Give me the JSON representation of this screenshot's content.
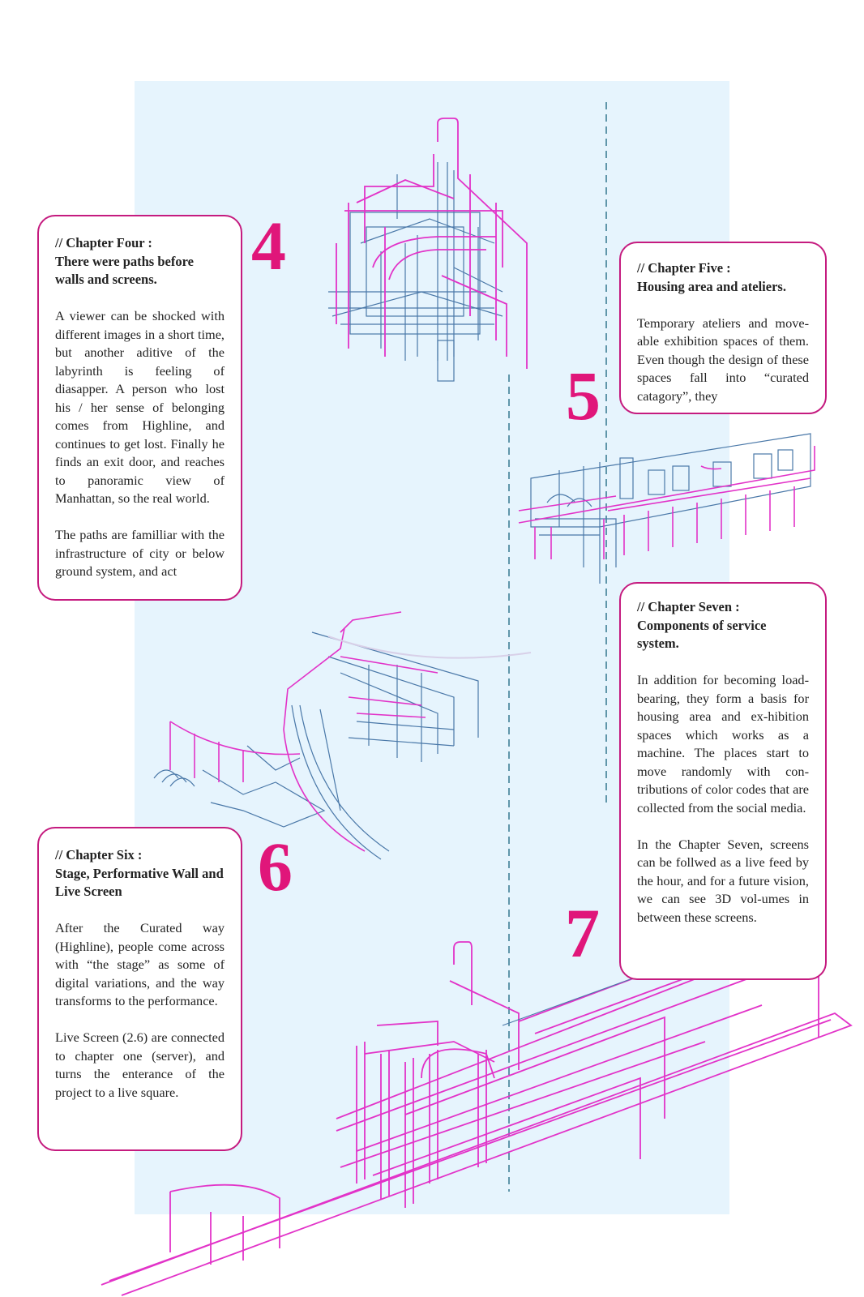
{
  "chapters": {
    "four": {
      "number": "4",
      "heading_1": "// Chapter Four :",
      "heading_2": "There were paths before walls and screens.",
      "para_1": "A viewer can be shocked with different images in a short time, but another aditive of the labyrinth is feeling of diasapper. A person who lost his / her sense of belonging comes from Highline, and continues to get lost. Finally he finds an exit door, and reaches to panoramic view of Manhattan, so the real world.",
      "para_2": "The paths are familliar with the infrastructure of city or below ground system, and act"
    },
    "five": {
      "number": "5",
      "heading_1": "// Chapter Five :",
      "heading_2": "Housing area and ateliers.",
      "para_1": "Temporary ateliers and move-able exhibition spaces of them. Even though the design of these spaces fall into “curated catagory”, they"
    },
    "six": {
      "number": "6",
      "heading_1": "// Chapter Six :",
      "heading_2": "Stage, Performative Wall and Live Screen",
      "para_1": "After the Curated way (Highline), people come across with “the stage” as some of digital variations, and the way transforms to the performance.",
      "para_2": "Live Screen (2.6) are connected to chapter one (server), and turns the enterance of the project to a live square."
    },
    "seven": {
      "number": "7",
      "heading_1": "// Chapter Seven :",
      "heading_2": "Components of service system.",
      "para_1": "In addition for becoming load-bearing, they form a basis for housing area and ex-hibition spaces which works as a machine. The places start to move randomly with con-tributions of color codes that are collected from the social media.",
      "para_2": "In the Chapter Seven, screens can be follwed as a live feed by the hour, and for a future vision, we can see 3D vol-umes in between these screens."
    }
  },
  "colors": {
    "accent_magenta": "#e0167a",
    "border_magenta": "#c51b7f",
    "drawing_magenta": "#e233c8",
    "drawing_blue": "#4a78a8",
    "panel_blue": "#e6f4fd"
  }
}
